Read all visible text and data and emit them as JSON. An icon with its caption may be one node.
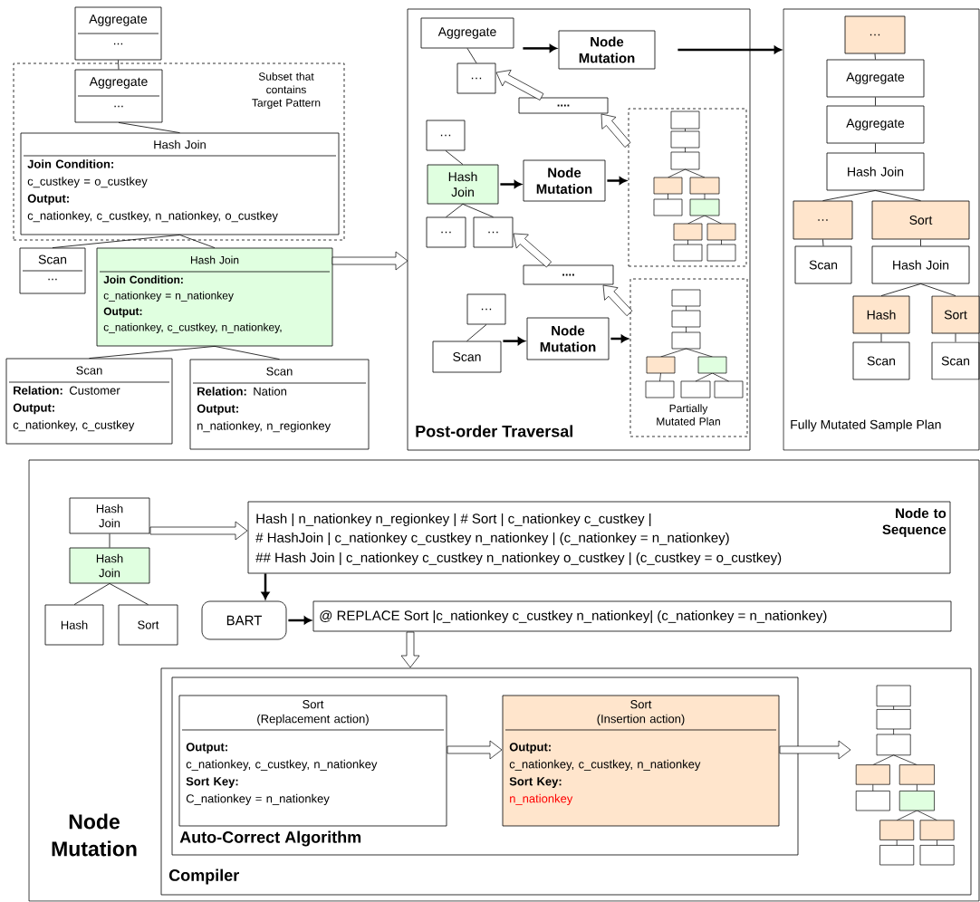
{
  "diagram": {
    "nodes": [
      {
        "text": [
          "Aggregate",
          "..."
        ]
      },
      {
        "text": [
          "Subset that contains Target Pattern"
        ]
      },
      {
        "text": [
          "Aggregate",
          "..."
        ],
        "in": 1
      },
      {
        "text": [
          "Hash Join",
          "Join Condition:",
          "c_custkey = o_custkey",
          "Output:",
          "c_nationkey, c_custkey, n_nationkey, o_custkey"
        ],
        "in": 1
      },
      {
        "text": [
          "Scan",
          "..."
        ]
      },
      {
        "text": [
          "Hash Join",
          "Join Condition:",
          "c_nationkey = n_nationkey",
          "Output:",
          "c_nationkey, c_custkey, n_nationkey,"
        ]
      },
      {
        "text": [
          "Scan",
          "**Relation:** Customer",
          "Output:",
          "c_nationkey, c_custkey"
        ]
      },
      {
        "text": [
          "Scan",
          "**Relation:** Nation",
          "Output:",
          "n_nationkey, n_regionkey"
        ]
      },
      {
        "text": [
          "Post-order Traversal"
        ]
      },
      {
        "text": [
          "Aggregate"
        ],
        "in": 8
      },
      {
        "text": [
          "…"
        ],
        "in": 8
      },
      {
        "text": [
          "Node Mutation"
        ],
        "in": 8
      },
      {
        "text": [
          "...."
        ],
        "in": 8
      },
      {
        "text": [
          "…"
        ],
        "in": 8
      },
      {
        "text": [
          "Hash Join"
        ],
        "in": 8
      },
      {
        "text": [
          "Node Mutation"
        ],
        "in": 8
      },
      {
        "text": [],
        "shape": "box",
        "in": 8
      },
      {
        "text": [
          "…"
        ],
        "in": 8
      },
      {
        "text": [
          "…"
        ],
        "in": 8
      },
      {
        "text": [
          "...."
        ],
        "in": 8
      },
      {
        "text": [
          "…"
        ],
        "in": 8
      },
      {
        "text": [
          "Scan"
        ],
        "in": 8
      },
      {
        "text": [
          "Node Mutation"
        ],
        "in": 8
      },
      {
        "text": [
          "Partially Mutated Plan"
        ],
        "in": 8
      },
      {
        "text": [
          "Fully Mutated Sample Plan"
        ]
      },
      {
        "text": [
          "…"
        ],
        "in": 24
      },
      {
        "text": [
          "Aggregate"
        ],
        "in": 24
      },
      {
        "text": [
          "Aggregate"
        ],
        "in": 24
      },
      {
        "text": [
          "Hash Join"
        ],
        "in": 24
      },
      {
        "text": [
          "…"
        ],
        "in": 24
      },
      {
        "text": [
          "Sort"
        ],
        "in": 24
      },
      {
        "text": [
          "Scan"
        ],
        "in": 24
      },
      {
        "text": [
          "Hash Join"
        ],
        "in": 24
      },
      {
        "text": [
          "Hash"
        ],
        "in": 24
      },
      {
        "text": [
          "Sort"
        ],
        "in": 24
      },
      {
        "text": [
          "Scan"
        ],
        "in": 24
      },
      {
        "text": [
          "Scan"
        ],
        "in": 24
      },
      {
        "text": [
          "Node Mutation"
        ]
      },
      {
        "text": [
          "Hash Join"
        ],
        "in": 37
      },
      {
        "text": [
          "Hash Join"
        ],
        "in": 37
      },
      {
        "text": [
          "Hash"
        ],
        "in": 37
      },
      {
        "text": [
          "Sort"
        ],
        "in": 37
      },
      {
        "text": [
          "Hash | n_nationkey n_regionkey | # Sort | c_nationkey c_custkey |",
          "# HashJoin | c_nationkey c_custkey n_nationkey | (c_nationkey = n_nationkey)",
          "## Hash Join | c_nationkey c_custkey n_nationkey o_custkey | (c_custkey = o_custkey)",
          "Node to Sequence"
        ],
        "in": 37
      },
      {
        "text": [
          "BART"
        ],
        "in": 37
      },
      {
        "text": [
          "@ REPLACE Sort |c_nationkey c_custkey n_nationkey| (c_nationkey = n_nationkey)"
        ],
        "in": 37
      },
      {
        "text": [
          "Compiler"
        ],
        "in": 37
      },
      {
        "text": [
          "Auto-Correct Algorithm"
        ],
        "in": 45
      },
      {
        "text": [
          "Sort",
          "(Replacement action)",
          "Output:",
          "c_nationkey, c_custkey, n_nationkey",
          "Sort Key:",
          "C_nationkey = n_nationkey"
        ],
        "in": 46
      },
      {
        "text": [
          "Sort",
          "(Insertion action)",
          "Output:",
          "c_nationkey, c_custkey, n_nationkey",
          "Sort Key:",
          "n_nationkey"
        ],
        "in": 46
      },
      {
        "text": [],
        "shape": "picture",
        "in": 45
      }
    ],
    "edges": [
      {
        "from": 0,
        "to": 2,
        "arrow": "none"
      },
      {
        "from": 2,
        "to": 3,
        "arrow": "none"
      },
      {
        "from": 3,
        "to": 4,
        "arrow": "none"
      },
      {
        "from": 3,
        "to": 5,
        "arrow": "none"
      },
      {
        "from": 5,
        "to": 6,
        "arrow": "none"
      },
      {
        "from": 5,
        "to": 7,
        "arrow": "none"
      },
      {
        "from": 5,
        "to": 8,
        "arrow": "to"
      },
      {
        "from": 9,
        "to": 10,
        "arrow": "none"
      },
      {
        "from": 9,
        "to": 11,
        "arrow": "to",
        "style": "thick"
      },
      {
        "from": 11,
        "to": 24,
        "arrow": "to",
        "style": "thick"
      },
      {
        "from": 12,
        "to": 10,
        "arrow": "to"
      },
      {
        "from": 13,
        "to": 14,
        "arrow": "none"
      },
      {
        "from": 14,
        "to": 17,
        "arrow": "none"
      },
      {
        "from": 14,
        "to": 18,
        "arrow": "none"
      },
      {
        "from": 14,
        "to": 15,
        "arrow": "to",
        "style": "thick"
      },
      {
        "from": 15,
        "to": 16,
        "arrow": "to",
        "style": "thick"
      },
      {
        "from": 16,
        "to": 12,
        "arrow": "to"
      },
      {
        "from": 19,
        "to": 18,
        "arrow": "to"
      },
      {
        "from": 23,
        "to": 19,
        "arrow": "to"
      },
      {
        "from": 20,
        "to": 21,
        "arrow": "none"
      },
      {
        "from": 21,
        "to": 22,
        "arrow": "to",
        "style": "thick"
      },
      {
        "from": 22,
        "to": 23,
        "arrow": "to",
        "style": "thick"
      },
      {
        "from": 25,
        "to": 26,
        "arrow": "none"
      },
      {
        "from": 26,
        "to": 27,
        "arrow": "none"
      },
      {
        "from": 27,
        "to": 28,
        "arrow": "none"
      },
      {
        "from": 28,
        "to": 29,
        "arrow": "none"
      },
      {
        "from": 28,
        "to": 30,
        "arrow": "none"
      },
      {
        "from": 29,
        "to": 31,
        "arrow": "none"
      },
      {
        "from": 30,
        "to": 32,
        "arrow": "none"
      },
      {
        "from": 32,
        "to": 33,
        "arrow": "none"
      },
      {
        "from": 32,
        "to": 34,
        "arrow": "none"
      },
      {
        "from": 33,
        "to": 35,
        "arrow": "none"
      },
      {
        "from": 34,
        "to": 36,
        "arrow": "none"
      },
      {
        "from": 38,
        "to": 39,
        "arrow": "none"
      },
      {
        "from": 39,
        "to": 40,
        "arrow": "none"
      },
      {
        "from": 39,
        "to": 41,
        "arrow": "none"
      },
      {
        "from": 38,
        "to": 42,
        "arrow": "to"
      },
      {
        "from": 42,
        "to": 43,
        "arrow": "to",
        "style": "thick"
      },
      {
        "from": 43,
        "to": 44,
        "arrow": "to",
        "style": "thick"
      },
      {
        "from": 44,
        "to": 45,
        "arrow": "to"
      },
      {
        "from": 47,
        "to": 48,
        "arrow": "to"
      },
      {
        "from": 48,
        "to": 49,
        "arrow": "to"
      }
    ]
  }
}
